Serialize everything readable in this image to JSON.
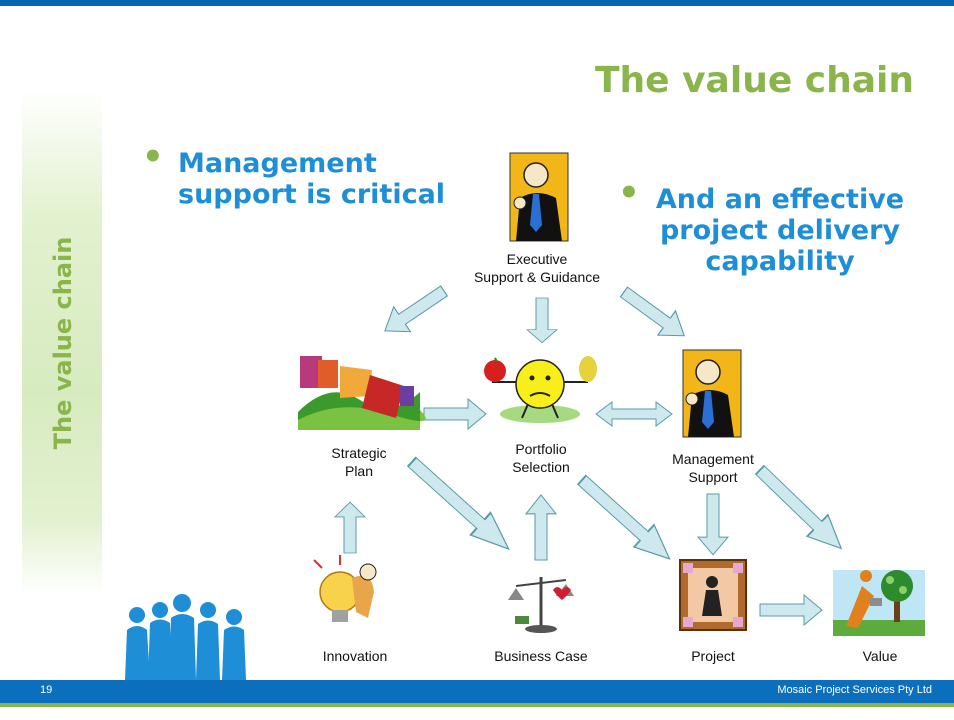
{
  "slide": {
    "title": "The value chain",
    "side_title": "The value chain",
    "bullets": {
      "left": "Management support is critical",
      "right": "And an effective project delivery capability"
    },
    "nodes": {
      "executive": "Executive\nSupport & Guidance",
      "strategic": "Strategic\nPlan",
      "portfolio": "Portfolio\nSelection",
      "management": "Management\nSupport",
      "innovation": "Innovation",
      "business_case": "Business Case",
      "project": "Project",
      "value": "Value"
    },
    "page_number": "19",
    "footer": "Mosaic Project Services Pty Ltd"
  },
  "colors": {
    "accent_green": "#8ab54a",
    "bullet_blue": "#1e8fd6",
    "bar_blue": "#0b6fbd",
    "arrow_fill": "#cde9ee",
    "arrow_stroke": "#5a9aa8",
    "clipart_gold": "#f2b619"
  },
  "icons": [
    "executive-clipart",
    "strategy-clipart",
    "smiley-balance-clipart",
    "manager-clipart",
    "lightbulb-clipart",
    "scales-clipart",
    "project-frame-clipart",
    "tree-watering-clipart",
    "people-silhouette"
  ]
}
